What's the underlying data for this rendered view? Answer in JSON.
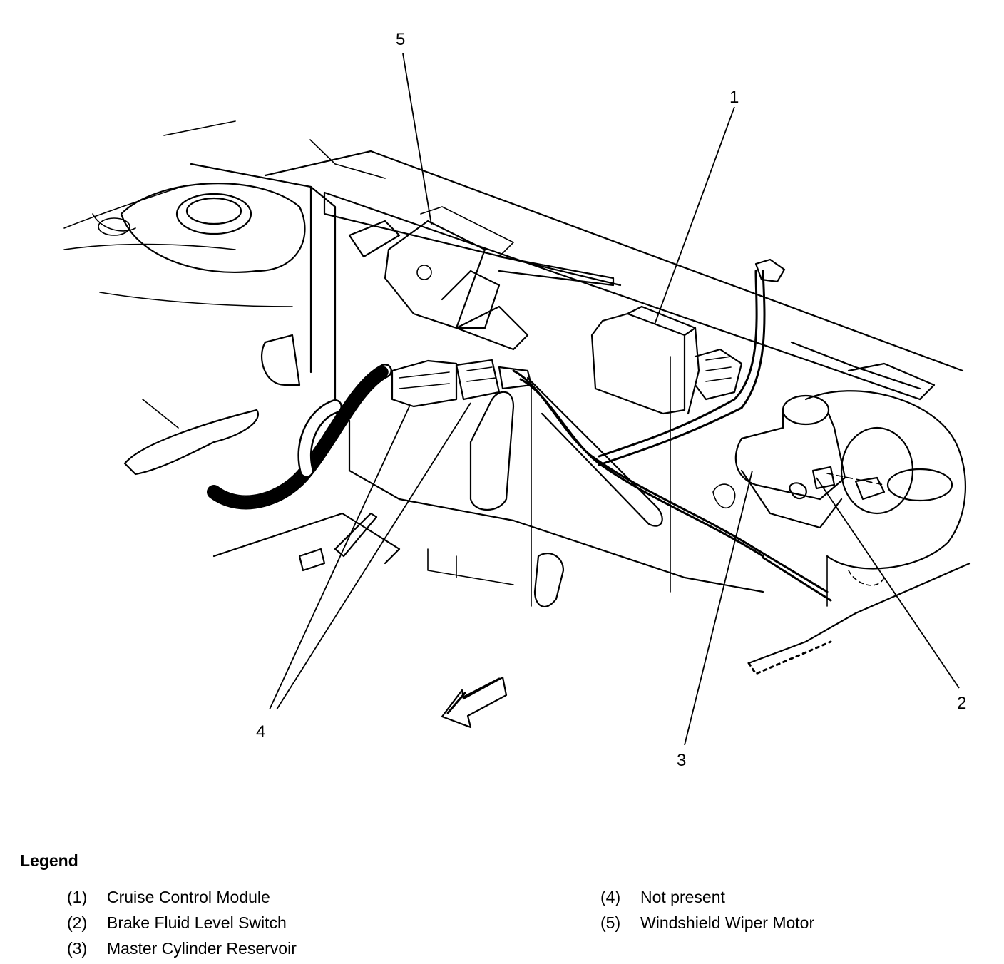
{
  "callouts": {
    "c1": "1",
    "c2": "2",
    "c3": "3",
    "c4": "4",
    "c5": "5"
  },
  "legend": {
    "title": "Legend",
    "items": [
      {
        "num": "(1)",
        "label": "Cruise Control Module"
      },
      {
        "num": "(2)",
        "label": "Brake Fluid Level Switch"
      },
      {
        "num": "(3)",
        "label": "Master Cylinder Reservoir"
      },
      {
        "num": "(4)",
        "label": "Not present"
      },
      {
        "num": "(5)",
        "label": "Windshield Wiper Motor"
      }
    ]
  },
  "colors": {
    "line": "#000000",
    "background": "#ffffff"
  }
}
